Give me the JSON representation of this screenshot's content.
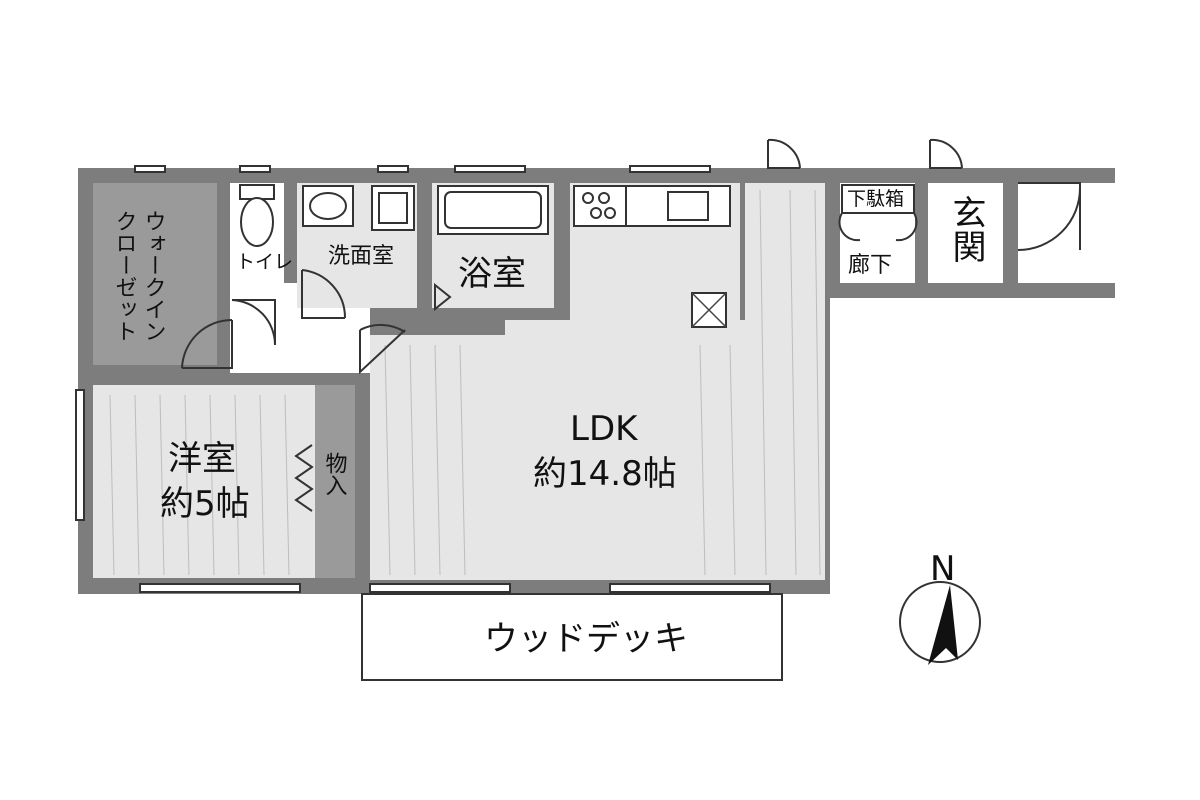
{
  "rooms": {
    "walk_in_closet": "ウォークインクローゼット",
    "toilet": "トイレ",
    "washroom": "洗面室",
    "bathroom": "浴室",
    "ldk_name": "LDK",
    "ldk_size": "約14.8帖",
    "western_name": "洋室",
    "western_size": "約5帖",
    "storage": "物入",
    "shoe_box": "下駄箱",
    "corridor": "廊下",
    "entrance": "玄関",
    "wood_deck": "ウッドデッキ"
  },
  "compass": {
    "label": "N"
  },
  "colors": {
    "wall": "#7d7d7d",
    "floor": "#e6e6e6",
    "storage": "#9a9a9a"
  }
}
